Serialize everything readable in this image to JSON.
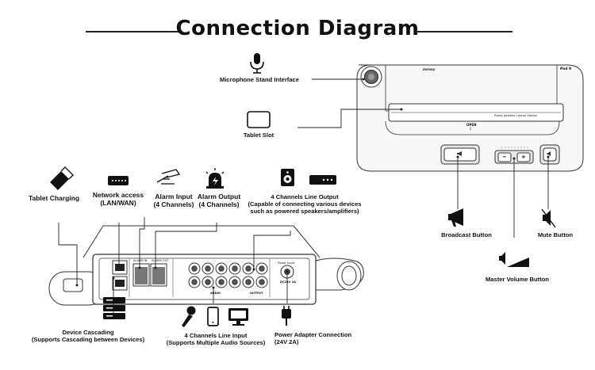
{
  "title": "Connection Diagram",
  "panel": {
    "brand": "ZHIYOU",
    "model": "Pad 9",
    "slot_caption": "Public Address Control Station",
    "open_label": "OPEN",
    "open_arrow": "⇩"
  },
  "rear": {
    "alarm_in": "ALARM IN",
    "alarm_out": "ALARM OUT",
    "power_input": "Power Input",
    "power_spec": "DC24V 2A",
    "audio": "AUDIO",
    "output": "OUTPUT",
    "minus": "−",
    "plus": "+"
  },
  "labels": {
    "microphone_stand": "Microphone Stand Interface",
    "tablet_slot": "Tablet Slot",
    "tablet_charging": "Tablet Charging",
    "network_access": [
      "Network access",
      "(LAN/WAN)"
    ],
    "alarm_input": [
      "Alarm Input",
      "(4 Channels)"
    ],
    "alarm_output": [
      "Alarm Output",
      "(4 Channels)"
    ],
    "line_output": [
      "4 Channels Line Output",
      "(Capable of connecting various devices",
      "such as powered speakers/amplifiers)"
    ],
    "broadcast_button": "Broadcast Button",
    "mute_button": "Mute Button",
    "master_volume": "Master Volume Button",
    "device_cascading": [
      "Device Cascading",
      "(Supports Cascading between Devices)"
    ],
    "line_input": [
      "4 Channels Line Input",
      "(Supports Multiple Audio Sources)"
    ],
    "power_adapter": [
      "Power Adapter Connection",
      "(24V 2A)"
    ]
  },
  "icons": [
    "microphone-icon",
    "tablet-icon",
    "usb-drive-icon",
    "router-icon",
    "hand-press-icon",
    "alarm-light-icon",
    "speaker-icon",
    "amplifier-icon",
    "megaphone-icon",
    "mute-icon",
    "volume-icon",
    "server-stack-icon",
    "handheld-mic-icon",
    "phone-icon",
    "monitor-icon",
    "power-plug-icon"
  ],
  "colors": {
    "ink": "#111111",
    "line": "#222222",
    "device_outline": "#333333",
    "panel_fill": "#f7f7f7"
  }
}
